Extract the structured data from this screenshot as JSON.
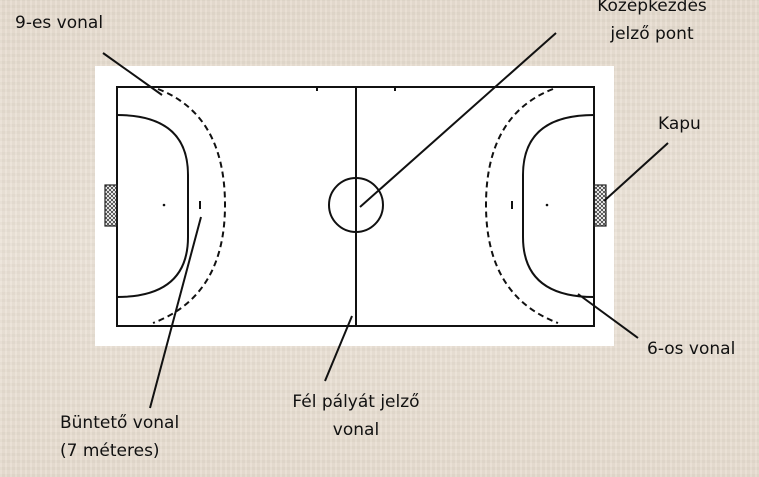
{
  "labels": {
    "nine_m_line": "9-es vonal",
    "center_mark_1": "Középkezdés",
    "center_mark_2": "jelző pont",
    "goal": "Kapu",
    "six_m_line": "6-os vonal",
    "half_line_1": "Fél pályát jelző",
    "half_line_2": "vonal",
    "penalty_line_1": "Büntető vonal",
    "penalty_line_2": "(7 méteres)"
  }
}
